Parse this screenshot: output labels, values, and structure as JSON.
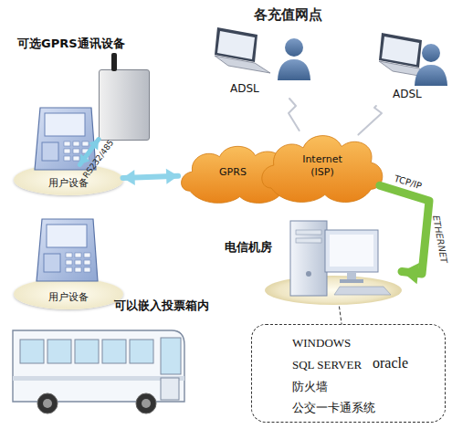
{
  "diagram": {
    "nodes": [
      {
        "text": [
          "可选GPRS通讯设备"
        ]
      },
      {
        "text": [
          "用户设备"
        ]
      },
      {
        "text": [
          "用户设备"
        ]
      },
      {
        "text": [
          "可以嵌入投票箱内"
        ]
      },
      {
        "text": [
          "ADSL"
        ]
      },
      {
        "text": [
          "ADSL"
        ]
      },
      {
        "text": [
          "GPRS"
        ]
      },
      {
        "text": [
          "Internet (ISP)"
        ]
      },
      {
        "text": [
          "电信机房"
        ]
      },
      {
        "text": [
          "WINDOWS",
          "SQL SERVER",
          "oracle",
          "防火墙",
          "公交一卡通系统"
        ]
      }
    ],
    "edges": [
      {
        "from": 0,
        "to": 1,
        "arrow": "both",
        "label": "RS232/485"
      },
      {
        "from": 1,
        "to": 6,
        "arrow": "both"
      },
      {
        "from": 4,
        "to": 7,
        "arrow": "none"
      },
      {
        "from": 5,
        "to": 7,
        "arrow": "none"
      },
      {
        "from": 7,
        "to": 8,
        "arrow": "to",
        "label": "TCP/IP"
      },
      {
        "from": 8,
        "to": 9,
        "arrow": "none"
      }
    ],
    "labels": [
      "各充值网点",
      "ETHERNET"
    ]
  }
}
